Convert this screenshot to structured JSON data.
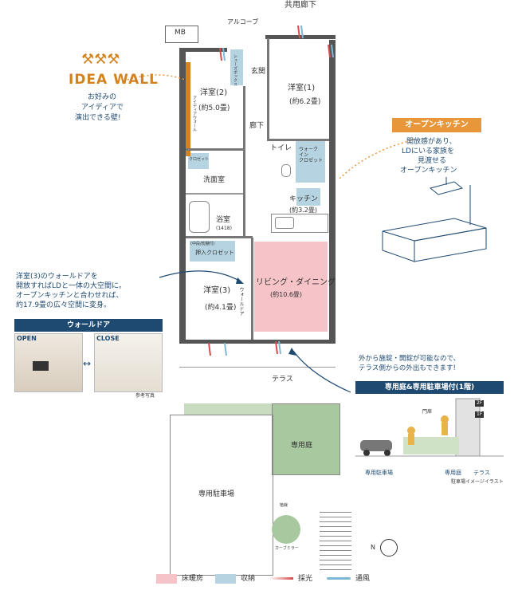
{
  "labels": {
    "corridor": "共用廊下",
    "alcove": "アルコーブ",
    "mb": "MB",
    "entrance": "玄関",
    "shoe_closet": "シューズボックス",
    "hall": "廊下",
    "toilet": "トイレ",
    "room1_name": "洋室(1)",
    "room1_size": "(約6.2畳)",
    "room2_name": "洋室(2)",
    "room2_size": "(約5.0畳)",
    "room3_name": "洋室(3)",
    "room3_size": "(約4.1畳)",
    "walkin": "ウォーク\nイン\nクロゼット",
    "washroom": "洗面室",
    "closet_small": "クロゼット",
    "bath": "浴室",
    "bath_size": "(1418)",
    "oshiire": "押入クロゼット",
    "oshiire_top": "(中段/枕棚付)",
    "kitchen_name": "キッチン",
    "kitchen_size": "(約3.2畳)",
    "living_name": "リビング・ダイニング",
    "living_size": "(約10.6畳)",
    "terrace": "テラス",
    "private_garden": "専用庭",
    "parking": "専用駐車場",
    "planting": "植栽",
    "car_stopper": "カーブミラー",
    "north": "N",
    "wall_door_v": "ウォールドア",
    "idea_wall_v": "アイディアウォール"
  },
  "idea_wall": {
    "title": "IDEA WALL",
    "lines": [
      "お好みの",
      "アイディアで",
      "演出できる壁!"
    ]
  },
  "open_kitchen": {
    "title": "オープンキッチン",
    "lines": [
      "開放感があり、",
      "LDにいる家族を",
      "見渡せる",
      "オープンキッチン"
    ]
  },
  "wall_door_note": {
    "lines": [
      "洋室(3)のウォールドアを",
      "開放すればLDと一体の大空間に。",
      "オープンキッチンと合わせれば、",
      "約17.9畳の広々空間に変身。"
    ]
  },
  "wall_door_panel": {
    "title": "ウォールドア",
    "open": "OPEN",
    "close": "CLOSE",
    "caption": "参考写真"
  },
  "terrace_note": {
    "lines": [
      "外から施錠・開錠が可能なので、",
      "テラス側からの外出もできます!"
    ]
  },
  "garden_panel": {
    "title": "専用庭&専用駐車場付(1階)",
    "labels": [
      "専用駐車場",
      "専用庭",
      "テラス"
    ],
    "floor_2f": "2F",
    "floor_1f": "1F",
    "gate": "門扉",
    "caption": "駐車場イメージイラスト"
  },
  "legend": [
    {
      "label": "床暖房",
      "color": "#f5c3c8"
    },
    {
      "label": "収納",
      "color": "#b5d3e0"
    },
    {
      "label": "採光",
      "color": "#d94a4a"
    },
    {
      "label": "通風",
      "color": "#7cb8d6"
    }
  ],
  "colors": {
    "accent": "#e8963a",
    "navy": "#1e4a72",
    "floor_heat": "#f5c3c8",
    "storage": "#b5d3e0",
    "garden": "#a8c8a0",
    "wall": "#555555",
    "idea_wall": "#d4821e"
  }
}
